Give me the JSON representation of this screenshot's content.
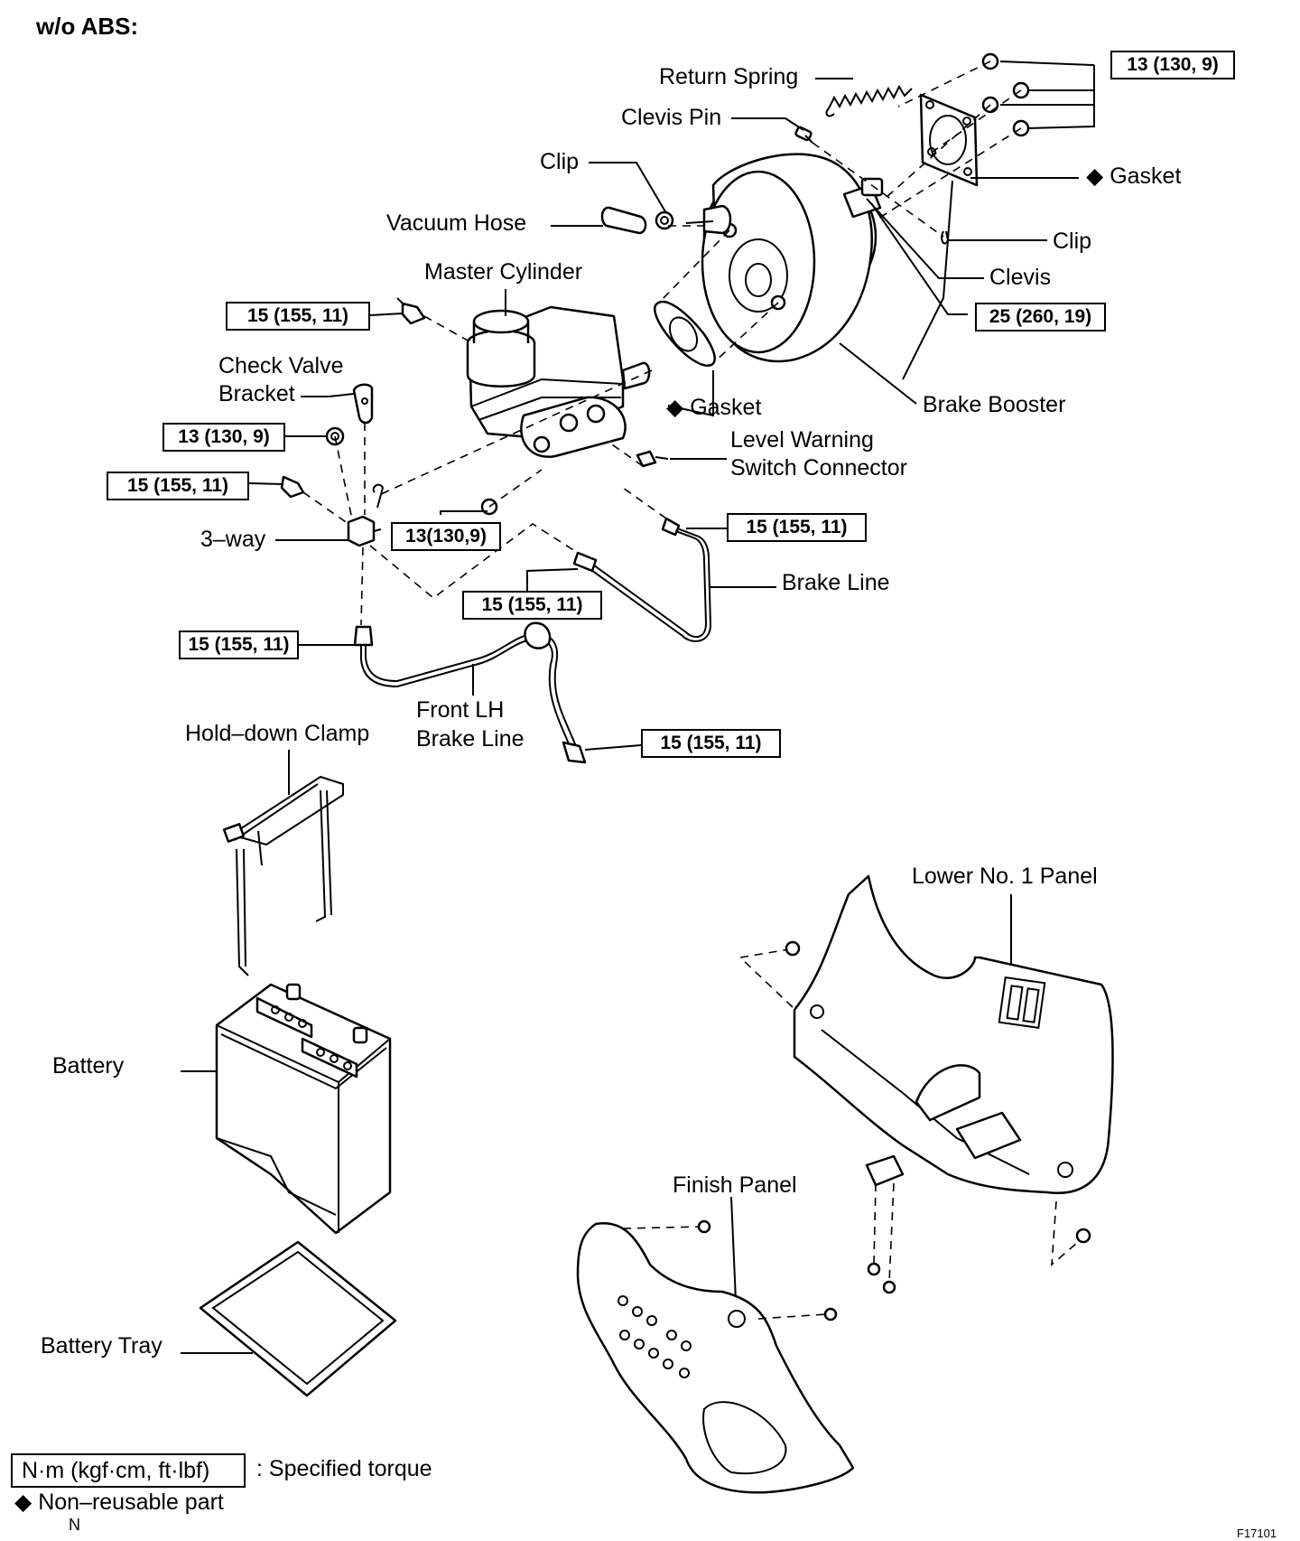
{
  "heading": "w/o ABS:",
  "labels": {
    "return_spring": "Return Spring",
    "clevis_pin": "Clevis Pin",
    "clip_upper": "Clip",
    "vacuum_hose": "Vacuum Hose",
    "gasket_right": "Gasket",
    "clip_right": "Clip",
    "clevis": "Clevis",
    "master_cylinder": "Master Cylinder",
    "check_valve_bracket_1": "Check Valve",
    "check_valve_bracket_2": "Bracket",
    "gasket_center": "Gasket",
    "brake_booster": "Brake Booster",
    "level_warning_1": "Level Warning",
    "level_warning_2": "Switch Connector",
    "three_way": "3–way",
    "brake_line": "Brake Line",
    "front_lh_1": "Front LH",
    "front_lh_2": "Brake Line",
    "hold_down_clamp": "Hold–down Clamp",
    "lower_no1_panel": "Lower No. 1 Panel",
    "battery": "Battery",
    "finish_panel": "Finish Panel",
    "battery_tray": "Battery Tray"
  },
  "torques": {
    "booster_nuts": "13 (130, 9)",
    "clevis_nut": "25 (260, 19)",
    "mc_upper": "15 (155, 11)",
    "bracket_nut": "13 (130, 9)",
    "three_way_in": "15 (155, 11)",
    "mc_nut": "13(130,9)",
    "brake_line_right": "15 (155, 11)",
    "brake_line_mid": "15 (155, 11)",
    "three_way_out": "15 (155, 11)",
    "front_lh": "15 (155, 11)"
  },
  "legend": {
    "torque_unit": "N·m (kgf·cm, ft·lbf)",
    "torque_text": ": Specified torque",
    "nonreusable_symbol": "◆",
    "nonreusable_text": "Non–reusable part",
    "mark_n": "N"
  },
  "figure_code": "F17101",
  "symbols": {
    "diamond": "◆"
  }
}
